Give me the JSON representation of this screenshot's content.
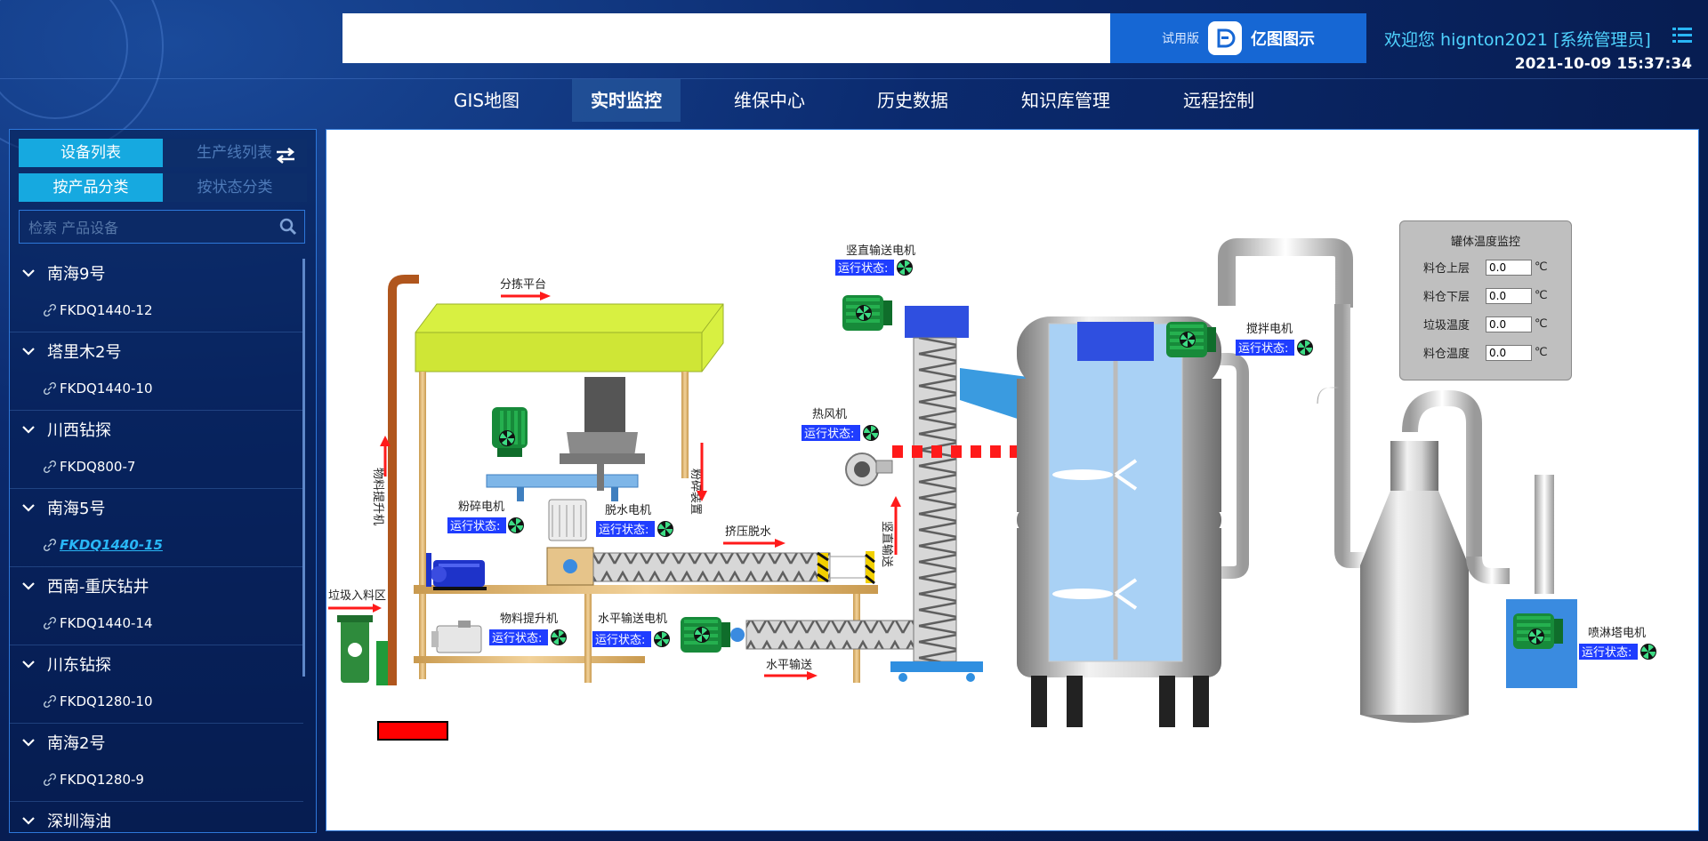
{
  "header": {
    "trial_label": "试用版",
    "brand_name": "亿图图示",
    "welcome": "欢迎您  hignton2021 [系统管理员]",
    "datetime": "2021-10-09 15:37:34"
  },
  "nav": {
    "items": [
      "GIS地图",
      "实时监控",
      "维保中心",
      "历史数据",
      "知识库管理",
      "远程控制"
    ],
    "active": "实时监控"
  },
  "sidebar": {
    "tabs_top": [
      "设备列表",
      "生产线列表"
    ],
    "tabs_bottom": [
      "按产品分类",
      "按状态分类"
    ],
    "search_placeholder": "检索 产品设备",
    "groups": [
      {
        "name": "南海9号",
        "device": "FKDQ1440-12"
      },
      {
        "name": "塔里木2号",
        "device": "FKDQ1440-10"
      },
      {
        "name": "川西钻探",
        "device": "FKDQ800-7"
      },
      {
        "name": "南海5号",
        "device": "FKDQ1440-15"
      },
      {
        "name": "西南-重庆钻井",
        "device": "FKDQ1440-14"
      },
      {
        "name": "川东钻探",
        "device": "FKDQ1280-10"
      },
      {
        "name": "南海2号",
        "device": "FKDQ1280-9"
      },
      {
        "name": "深圳海油",
        "device": ""
      }
    ]
  },
  "scada": {
    "labels": {
      "sorting_platform": "分拣平台",
      "material_lift": "物料提升机",
      "crusher_motor": "粉碎电机",
      "dewater_motor": "脱水电机",
      "crushing_device": "粉碎装置",
      "extrude_dewater": "挤压脱水",
      "garbage_feed": "垃圾入料区",
      "lift_motor": "物料提升机",
      "horiz_motor": "水平输送电机",
      "horiz_convey": "水平输送",
      "vert_motor": "竖直输送电机",
      "vert_convey": "竖直输送",
      "hot_fan": "热风机",
      "mixer_motor": "搅拌电机",
      "spray_motor": "喷淋塔电机",
      "running_status": "运行状态:"
    },
    "temperature_panel": {
      "title": "罐体温度监控",
      "unit": "℃",
      "rows": [
        {
          "label": "料仓上层",
          "value": "0.0"
        },
        {
          "label": "料仓下层",
          "value": "0.0"
        },
        {
          "label": "垃圾温度",
          "value": "0.0"
        },
        {
          "label": "料仓温度",
          "value": "0.0"
        }
      ]
    }
  },
  "colors": {
    "accent_cyan": "#16a9e0",
    "status_blue": "#1f3dff",
    "motor_green": "#1a8a3a",
    "canopy_yellow": "#d8f041",
    "alarm_red": "#ff0000"
  }
}
